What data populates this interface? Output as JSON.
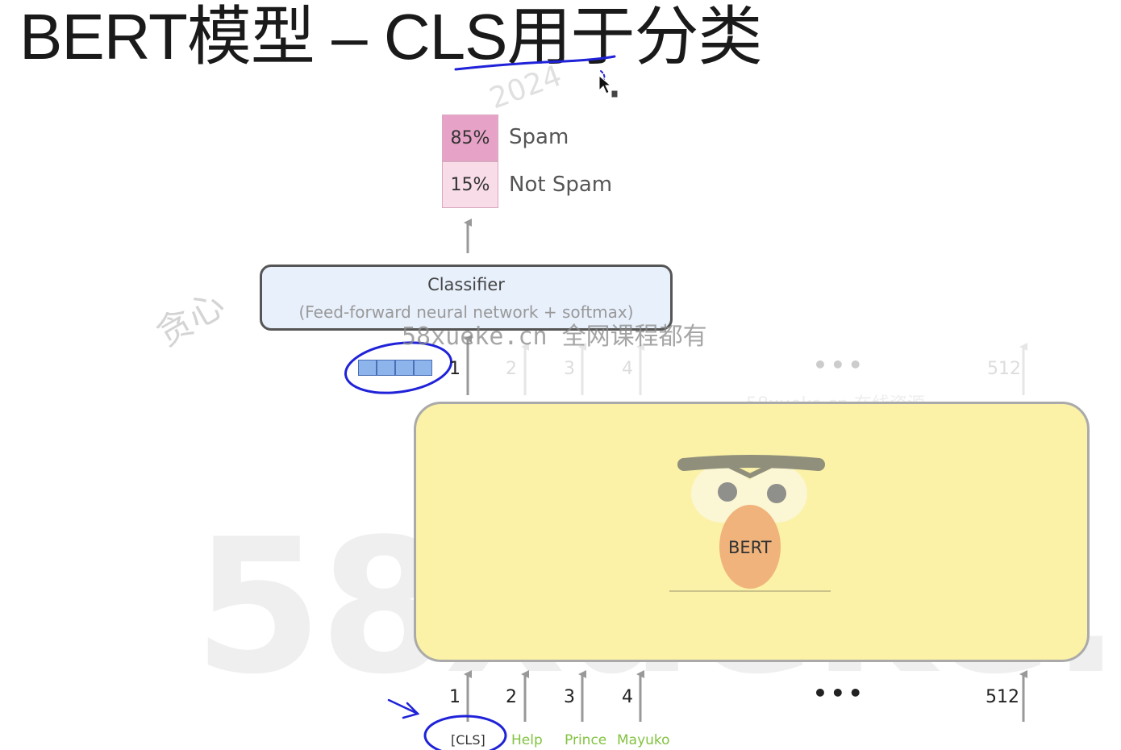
{
  "title": "BERT模型 – CLS用于分类",
  "output_probs": [
    {
      "percent": "85%",
      "label": "Spam",
      "color": "#e7a3c7"
    },
    {
      "percent": "15%",
      "label": "Not Spam",
      "color": "#f8dde9"
    }
  ],
  "classifier": {
    "title": "Classifier",
    "subtitle": "(Feed-forward neural network + softmax)"
  },
  "bert": {
    "label": "BERT"
  },
  "output_positions": {
    "first": "1",
    "second": "2",
    "third": "3",
    "fourth": "4",
    "last": "512"
  },
  "input_positions": {
    "first": "1",
    "second": "2",
    "third": "3",
    "fourth": "4",
    "ellipsis": "•••",
    "last": "512"
  },
  "tokens": {
    "cls": "[CLS]",
    "t1": "Help",
    "t2": "Prince",
    "t3": "Mayuko"
  },
  "watermark": {
    "site_line": "58xueke.cn 全网课程都有",
    "big": "58xueke.c",
    "side": "贪心",
    "year": "2024",
    "faint": "58xueke.cn 在线资源"
  },
  "colors": {
    "bert_fill": "#fbf1a7",
    "classifier_fill": "#e8f0fc",
    "vector_fill": "#8db5ec",
    "annotation_ink": "#1f22d8",
    "token_green": "#82c341"
  }
}
